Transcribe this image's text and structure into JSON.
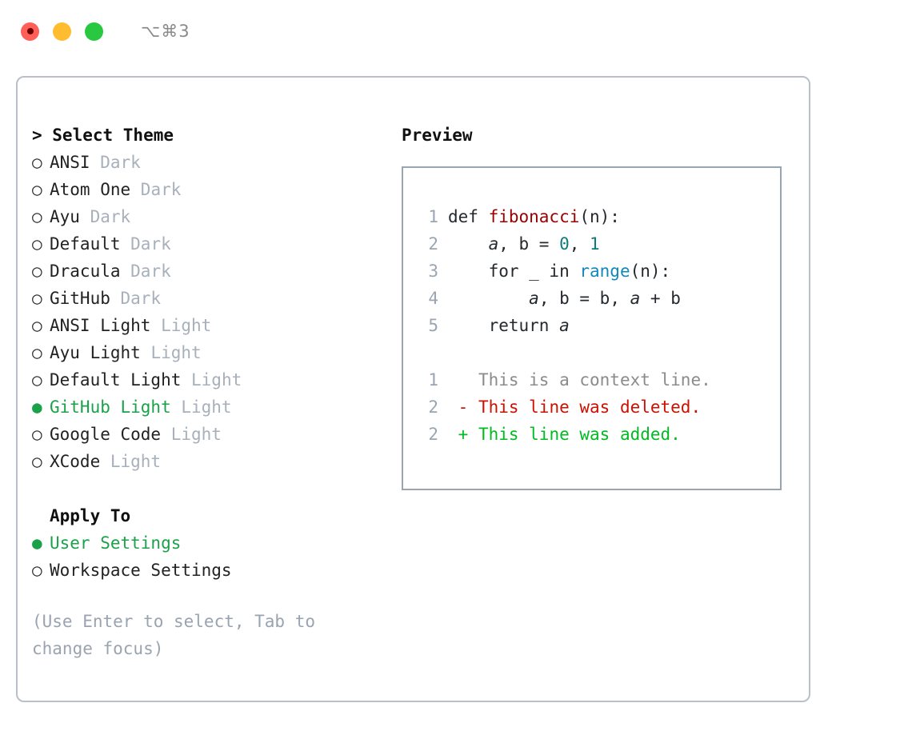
{
  "titlebar": {
    "shortcut": "⌥⌘3",
    "lights": [
      {
        "name": "close-button",
        "color": "#ff5f57",
        "has_inner_dot": true
      },
      {
        "name": "minimize-button",
        "color": "#febc2e",
        "has_inner_dot": false
      },
      {
        "name": "maximize-button",
        "color": "#28c840",
        "has_inner_dot": false
      }
    ]
  },
  "theme_section": {
    "header": "> Select Theme",
    "options": [
      {
        "marker": "○",
        "name": "ANSI",
        "variant": "Dark",
        "selected": false
      },
      {
        "marker": "○",
        "name": "Atom One",
        "variant": "Dark",
        "selected": false
      },
      {
        "marker": "○",
        "name": "Ayu",
        "variant": "Dark",
        "selected": false
      },
      {
        "marker": "○",
        "name": "Default",
        "variant": "Dark",
        "selected": false
      },
      {
        "marker": "○",
        "name": "Dracula",
        "variant": "Dark",
        "selected": false
      },
      {
        "marker": "○",
        "name": "GitHub",
        "variant": "Dark",
        "selected": false
      },
      {
        "marker": "○",
        "name": "ANSI Light",
        "variant": "Light",
        "selected": false
      },
      {
        "marker": "○",
        "name": "Ayu Light",
        "variant": "Light",
        "selected": false
      },
      {
        "marker": "○",
        "name": "Default Light",
        "variant": "Light",
        "selected": false
      },
      {
        "marker": "●",
        "name": "GitHub Light",
        "variant": "Light",
        "selected": true
      },
      {
        "marker": "○",
        "name": "Google Code",
        "variant": "Light",
        "selected": false
      },
      {
        "marker": "○",
        "name": "XCode",
        "variant": "Light",
        "selected": false
      }
    ]
  },
  "apply_section": {
    "header": "Apply To",
    "options": [
      {
        "marker": "●",
        "name": "User Settings",
        "selected": true
      },
      {
        "marker": "○",
        "name": "Workspace Settings",
        "selected": false
      }
    ]
  },
  "hint": "(Use Enter to select, Tab to change focus)",
  "preview": {
    "heading": "Preview",
    "code_lines": [
      {
        "num": "1",
        "segments": [
          {
            "text": "def ",
            "style": "plain"
          },
          {
            "text": "fibonacci",
            "style": "fn"
          },
          {
            "text": "(n):",
            "style": "plain"
          }
        ]
      },
      {
        "num": "2",
        "segments": [
          {
            "text": "    ",
            "style": "plain"
          },
          {
            "text": "a",
            "style": "var"
          },
          {
            "text": ", b = ",
            "style": "plain"
          },
          {
            "text": "0",
            "style": "num"
          },
          {
            "text": ", ",
            "style": "plain"
          },
          {
            "text": "1",
            "style": "num"
          }
        ]
      },
      {
        "num": "3",
        "segments": [
          {
            "text": "    for _ in ",
            "style": "plain"
          },
          {
            "text": "range",
            "style": "builtin"
          },
          {
            "text": "(n):",
            "style": "plain"
          }
        ]
      },
      {
        "num": "4",
        "segments": [
          {
            "text": "        ",
            "style": "plain"
          },
          {
            "text": "a",
            "style": "var"
          },
          {
            "text": ", b = b, ",
            "style": "plain"
          },
          {
            "text": "a",
            "style": "var"
          },
          {
            "text": " + b",
            "style": "plain"
          }
        ]
      },
      {
        "num": "5",
        "segments": [
          {
            "text": "    return ",
            "style": "plain"
          },
          {
            "text": "a",
            "style": "var"
          }
        ]
      }
    ],
    "diff_lines": [
      {
        "num": "1",
        "sign": " ",
        "text": " This is a context line.",
        "kind": "context"
      },
      {
        "num": "2",
        "sign": "-",
        "text": " This line was deleted.",
        "kind": "deleted"
      },
      {
        "num": "2",
        "sign": "+",
        "text": " This line was added.",
        "kind": "added"
      }
    ]
  },
  "colors": {
    "accent_green": "#1aa24a",
    "panel_border": "#b9c0ca",
    "preview_border": "#9aa5b2",
    "muted_text": "#a7b0bb",
    "hint_text": "#9aa3b0",
    "syntax_function": "#990000",
    "syntax_number": "#0f7b7b",
    "syntax_builtin": "#1188bb",
    "diff_deleted": "#cc1100",
    "diff_added": "#00bb22",
    "diff_context": "#8b8b8b"
  }
}
